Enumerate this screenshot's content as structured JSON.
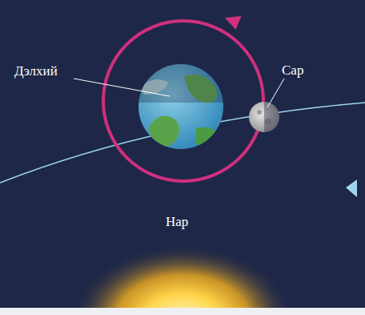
{
  "diagram": {
    "labels": [
      "Дэлхий",
      "Сар",
      "Нар"
    ]
  }
}
